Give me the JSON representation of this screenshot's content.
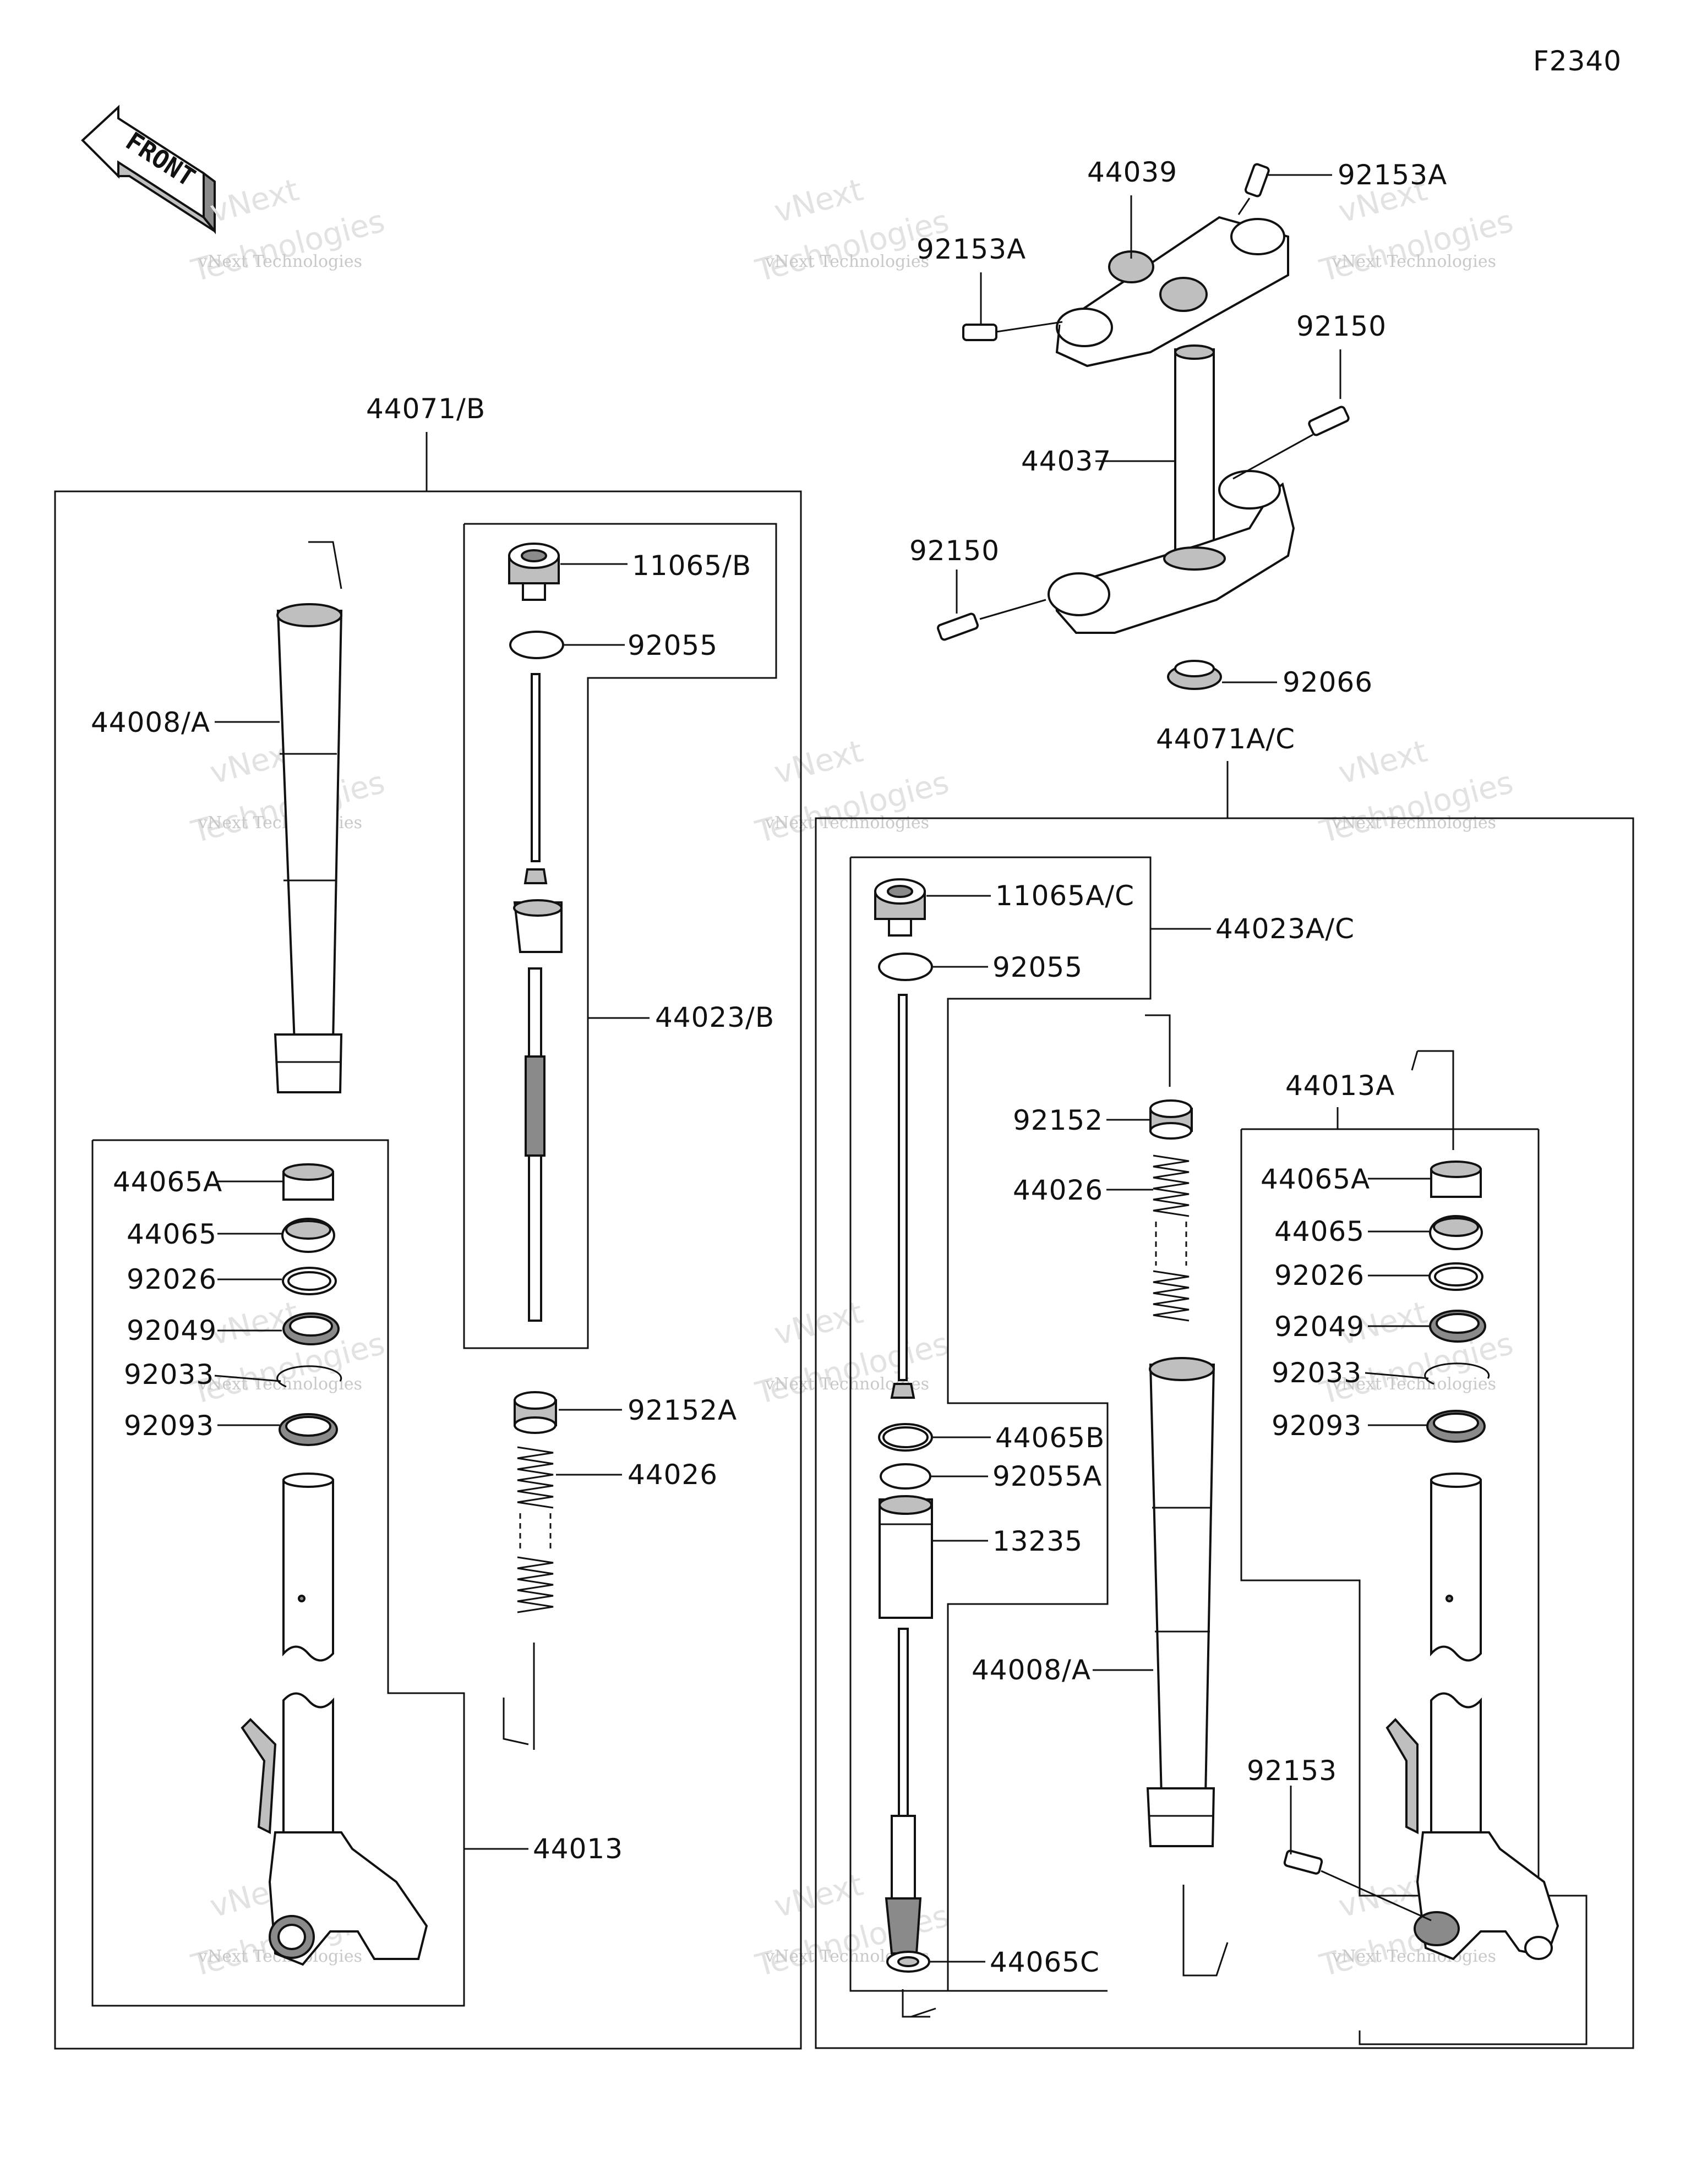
{
  "diagram_code": "F2340",
  "front_label": "FRONT",
  "watermark": {
    "line1": "vNext",
    "line2": "vNext Technologies",
    "line3": "Technologies"
  },
  "labels": {
    "l_44039": "44039",
    "l_92153A_top": "92153A",
    "l_92153A_left": "92153A",
    "l_92150_right": "92150",
    "l_44037": "44037",
    "l_92150_left": "92150",
    "l_92066": "92066",
    "l_44071AC": "44071A/C",
    "l_44071B": "44071/B",
    "l_44008A_left": "44008/A",
    "l_11065B": "11065/B",
    "l_92055_left": "92055",
    "l_44023B": "44023/B",
    "l_44065A_left": "44065A",
    "l_44065_left": "44065",
    "l_92026_left": "92026",
    "l_92049_left": "92049",
    "l_92033_left": "92033",
    "l_92093_left": "92093",
    "l_92152A": "92152A",
    "l_44026_left": "44026",
    "l_44013": "44013",
    "l_11065AC": "11065A/C",
    "l_44023AC": "44023A/C",
    "l_92055_right": "92055",
    "l_92152": "92152",
    "l_44026_right": "44026",
    "l_44013A": "44013A",
    "l_44065A_right": "44065A",
    "l_44065_right": "44065",
    "l_92026_right": "92026",
    "l_92049_right": "92049",
    "l_92033_right": "92033",
    "l_92093_right": "92093",
    "l_44065B": "44065B",
    "l_92055A": "92055A",
    "l_13235": "13235",
    "l_44008A_right": "44008/A",
    "l_92153": "92153",
    "l_44065C": "44065C"
  }
}
